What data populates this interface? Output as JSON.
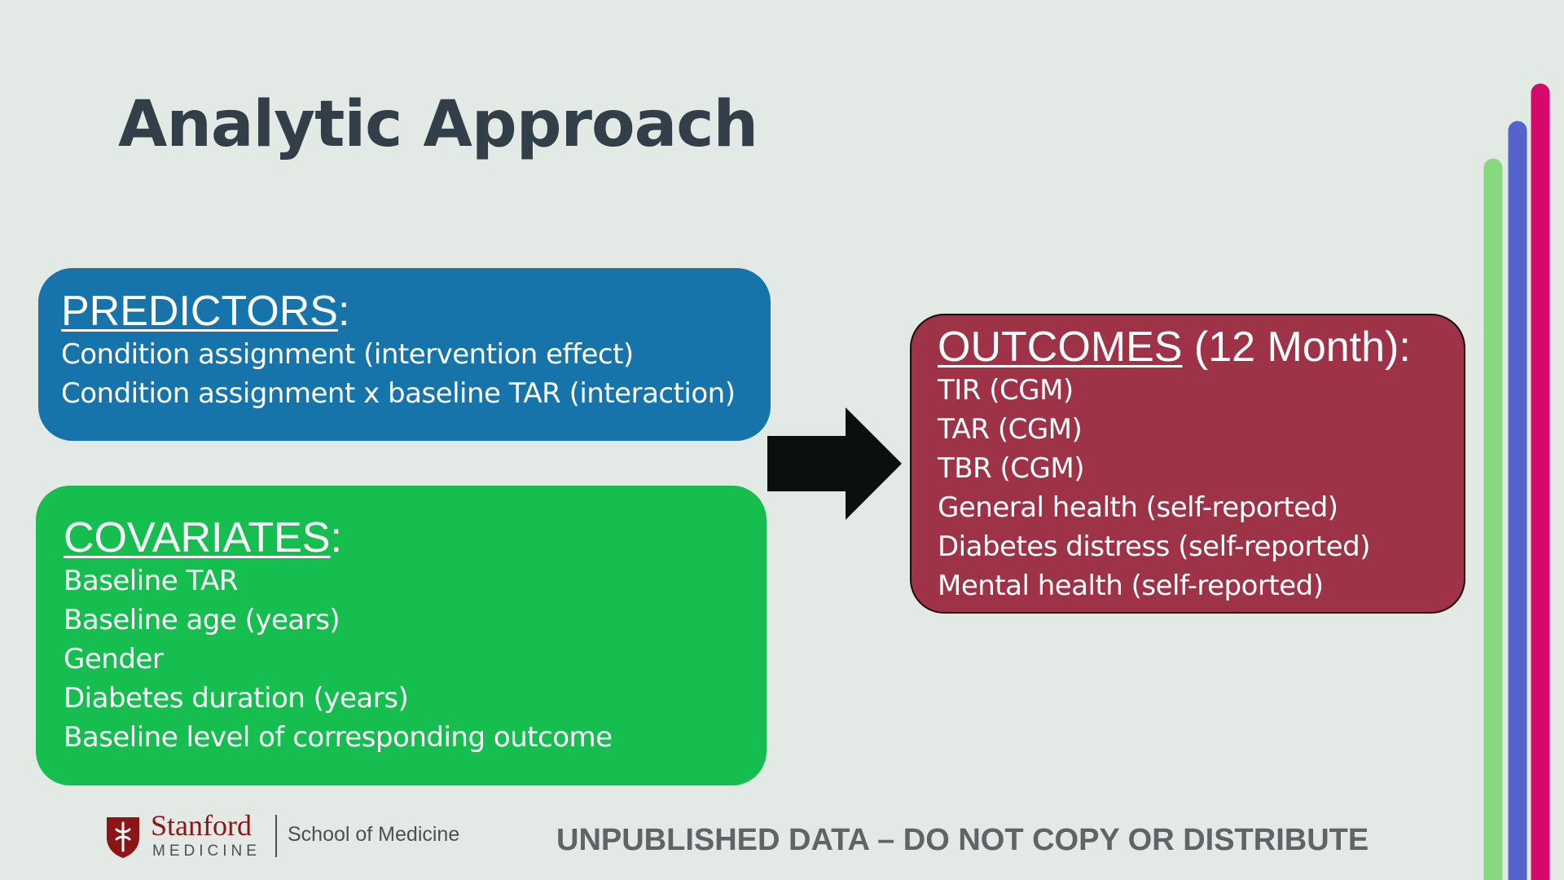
{
  "title": "Analytic Approach",
  "predictors": {
    "heading": "PREDICTORS",
    "colon": ":",
    "items": [
      "Condition assignment (intervention effect)",
      "Condition assignment x baseline TAR (interaction)"
    ]
  },
  "covariates": {
    "heading": "COVARIATES",
    "colon": ":",
    "items": [
      "Baseline TAR",
      "Baseline age (years)",
      "Gender",
      "Diabetes duration (years)",
      "Baseline level of corresponding outcome"
    ]
  },
  "outcomes": {
    "heading": "OUTCOMES",
    "heading_suffix": " (12 Month):",
    "items": [
      "TIR (CGM)",
      "TAR (CGM)",
      "TBR (CGM)",
      "General health (self-reported)",
      "Diabetes distress (self-reported)",
      "Mental health (self-reported)"
    ]
  },
  "logo": {
    "wordmark": "Stanford",
    "subtitle": "MEDICINE",
    "school": "School of Medicine"
  },
  "footer_note": "UNPUBLISHED DATA – DO NOT COPY OR DISTRIBUTE",
  "colors": {
    "background": "#e3e9e4",
    "predictors": "#1674aa",
    "covariates": "#15be4f",
    "outcomes": "#9e3347",
    "arrow": "#0c100c",
    "stripe_green": "#86d97f",
    "stripe_blue": "#5563cc",
    "stripe_pink": "#d6096b",
    "stanford_red": "#8c1515"
  }
}
